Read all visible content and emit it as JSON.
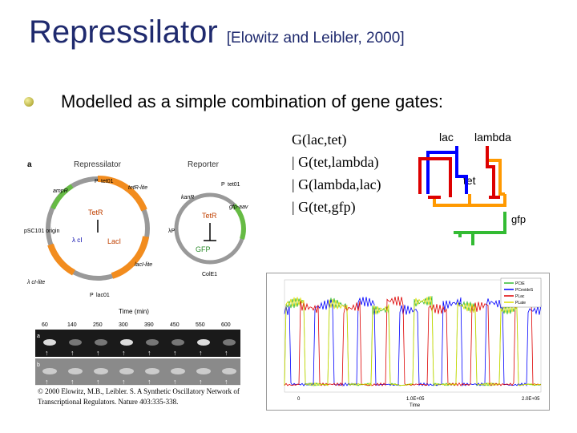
{
  "slide": {
    "title": "Repressilator",
    "citation": "[Elowitz and Leibler, 2000]",
    "bullet": "Modelled as a simple combination of gene gates:"
  },
  "gates": [
    "G(lac,tet)",
    "| G(tet,lambda)",
    "| G(lambda,lac)",
    "| G(tet,gfp)"
  ],
  "gate_diagram": {
    "labels": [
      "lac",
      "lambda",
      "tet",
      "gfp"
    ],
    "colors": {
      "lac": "#0000ff",
      "lambda": "#dd0000",
      "tet": "#ff9900",
      "gfp": "#33bb33"
    }
  },
  "figure_a": {
    "panel_letter": "a",
    "repressilator_label": "Repressilator",
    "reporter_label": "Reporter",
    "plasmid_labels": [
      "P",
      "tet01",
      "ampR",
      "tetR-lite",
      "pSC101 origin",
      "TetR",
      "λ cI",
      "LacI",
      "lacI-lite",
      "λ cI-lite",
      "P",
      "lac01",
      "kanR",
      "λP",
      "TetR",
      "GFP",
      "gfp-aav",
      "P",
      "tet01",
      "ColE1"
    ]
  },
  "figure_b": {
    "time_axis_label": "Time (min)",
    "times": [
      "60",
      "140",
      "250",
      "300",
      "390",
      "450",
      "550",
      "600"
    ],
    "panel_letters": [
      "a",
      "b"
    ]
  },
  "credit": "© 2000 Elowitz, M.B., Leibler. S. A Synthetic Oscillatory Network of Transcriptional Regulators. Nature 403:335-338.",
  "sim_plot": {
    "legend": [
      "PCtE",
      "PCevideS",
      "PLac",
      "PLate"
    ],
    "x_ticks": [
      "0",
      "1.0E+05",
      "2.0E+05"
    ],
    "xlabel": "Time",
    "colors": [
      "#33bb33",
      "#0000ff",
      "#dd0000",
      "#dddd00"
    ]
  }
}
